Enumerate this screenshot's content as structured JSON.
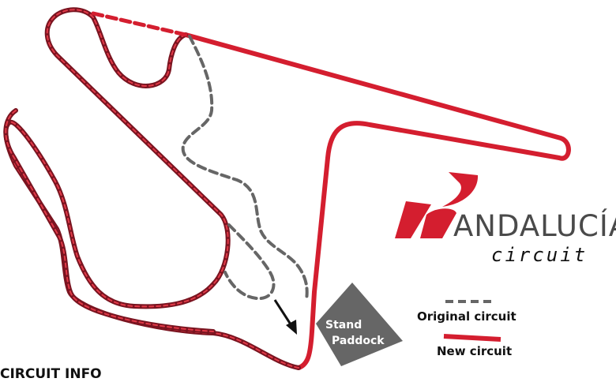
{
  "brand": {
    "name": "ANDALUCÍA",
    "sub": "circuit",
    "logo_color_primary": "#d41e2f",
    "logo_color_dark": "#b3141f"
  },
  "legend": {
    "original_label": "Original circuit",
    "new_label": "New circuit",
    "original_color": "#666666",
    "new_color": "#d41e2f"
  },
  "paddock": {
    "line1": "Stand",
    "line2": "Paddock",
    "color": "#666666"
  },
  "info": {
    "title": "CIRCUIT INFO"
  },
  "track": {
    "surface_color": "#7a1420",
    "new_color": "#d41e2f",
    "original_color": "#666666",
    "direction_icon": "arrow-icon"
  }
}
